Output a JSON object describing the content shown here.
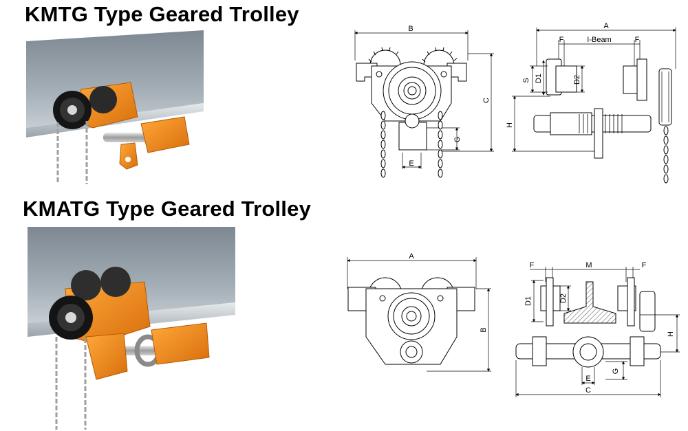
{
  "section1": {
    "title": "KMTG Type Geared Trolley",
    "front_view": {
      "dim_labels": {
        "B": "B",
        "C": "C",
        "G": "G",
        "E": "E"
      }
    },
    "side_view": {
      "dim_labels": {
        "A": "A",
        "F_left": "F",
        "F_right": "F",
        "I_beam": "I-Beam",
        "S": "S",
        "D1": "D1",
        "D2": "D2",
        "H": "H"
      }
    }
  },
  "section2": {
    "title": "KMATG Type Geared Trolley",
    "front_view": {
      "dim_labels": {
        "A": "A",
        "B": "B"
      }
    },
    "side_view": {
      "dim_labels": {
        "F_left": "F",
        "M": "M",
        "F_right": "F",
        "D1": "D1",
        "D2": "D2",
        "H": "H",
        "G": "G",
        "E": "E",
        "C": "C"
      }
    }
  },
  "colors": {
    "trolley_orange": "#f08a1c",
    "beam_gray": "#8e9aa3",
    "wheel_black": "#1c1c1c",
    "chain_silver": "#c8c8c8"
  },
  "icons": [
    "photo-kmtg-trolley",
    "photo-kmatg-trolley"
  ]
}
